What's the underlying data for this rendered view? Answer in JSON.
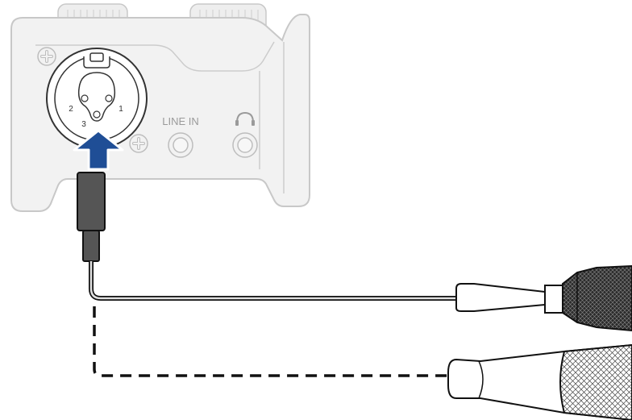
{
  "interface": {
    "line_in_label": "LINE IN",
    "pin_labels": [
      "1",
      "2",
      "3"
    ]
  },
  "colors": {
    "device_fill": "#f2f2f2",
    "device_stroke": "#c8c8c8",
    "arrow": "#1f4e96",
    "cable_dark": "#555555",
    "cable_light": "#e0e0e0",
    "mic_head": "#2a2a2a",
    "line": "#111111"
  },
  "icons": {
    "headphone": "headphone-icon",
    "screw": "screw-icon"
  }
}
